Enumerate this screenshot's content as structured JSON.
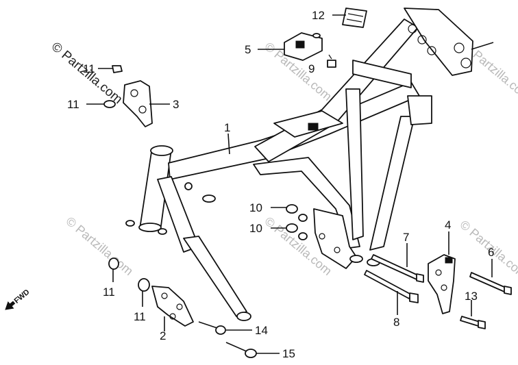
{
  "diagram": {
    "watermark": "© Partzilla.com",
    "direction": "FWD",
    "labels": [
      {
        "key": "p1",
        "text": "1"
      },
      {
        "key": "p2",
        "text": "2"
      },
      {
        "key": "p3",
        "text": "3"
      },
      {
        "key": "p4",
        "text": "4"
      },
      {
        "key": "p5",
        "text": "5"
      },
      {
        "key": "p6",
        "text": "6"
      },
      {
        "key": "p7",
        "text": "7"
      },
      {
        "key": "p8",
        "text": "8"
      },
      {
        "key": "p9",
        "text": "9"
      },
      {
        "key": "p10a",
        "text": "10"
      },
      {
        "key": "p10b",
        "text": "10"
      },
      {
        "key": "p11a",
        "text": "11"
      },
      {
        "key": "p11b",
        "text": "11"
      },
      {
        "key": "p11c",
        "text": "11"
      },
      {
        "key": "p11d",
        "text": "11"
      },
      {
        "key": "p12",
        "text": "12"
      },
      {
        "key": "p13",
        "text": "13"
      },
      {
        "key": "p14",
        "text": "14"
      },
      {
        "key": "p15",
        "text": "15"
      }
    ]
  }
}
